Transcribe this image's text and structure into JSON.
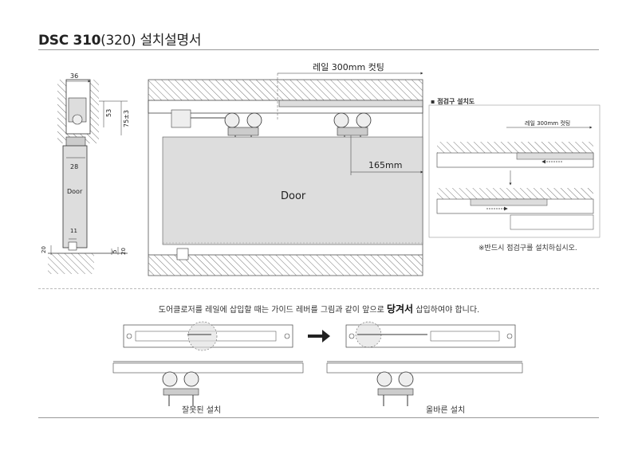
{
  "title": {
    "model": "DSC 310",
    "sub": "(320)",
    "label": "설치설명서"
  },
  "dims": {
    "w36": "36",
    "h53": "53",
    "h75": "75±3",
    "w28": "28",
    "d11": "11",
    "d20l": "20",
    "d5": "5",
    "d20r": "20"
  },
  "side_door_label": "Door",
  "rail_cut": "레일 300mm 컷팅",
  "dim_165": "165mm",
  "main_door_label": "Door",
  "inset": {
    "title": "점검구 설치도",
    "rail_cut": "레일 300mm 컷팅"
  },
  "note": "※반드시 점검구를 설치하십시오.",
  "instruction": {
    "pre": "도어클로저를 레일에 삽입할 때는 가이드 레버를 그림과 같이 앞으로 ",
    "bold": "당겨서",
    "post": " 삽입하여야 합니다."
  },
  "caption_wrong": "잘못된 설치",
  "caption_right": "올바른 설치"
}
